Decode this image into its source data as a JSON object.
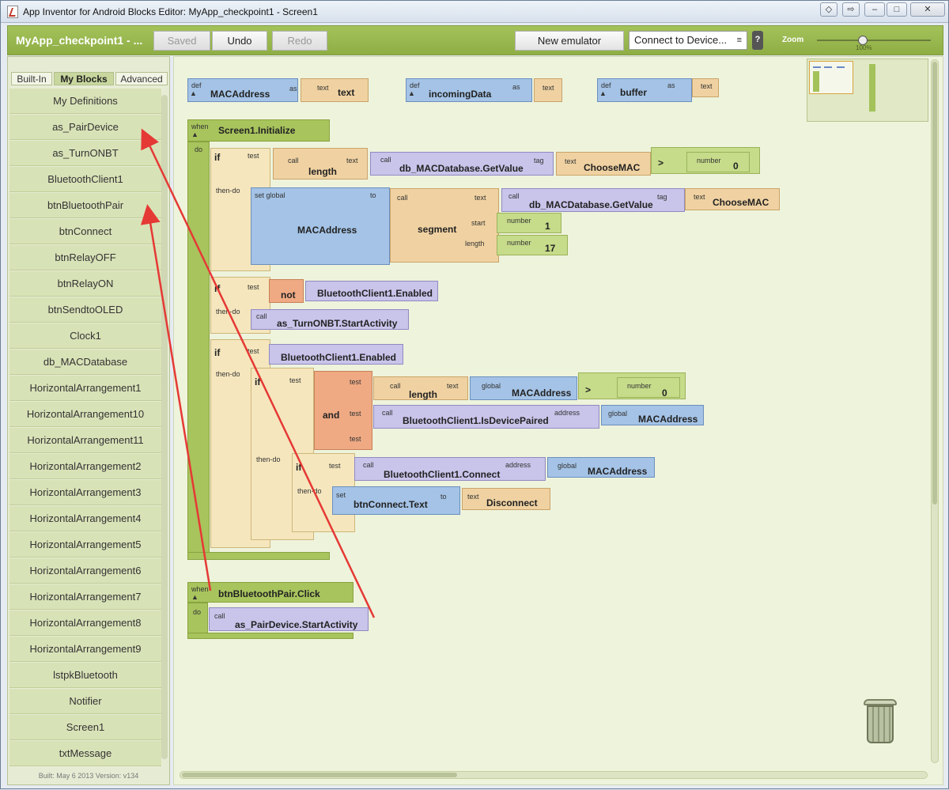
{
  "window": {
    "title": "App Inventor for Android Blocks Editor: MyApp_checkpoint1 - Screen1"
  },
  "toolbar": {
    "project_name": "MyApp_checkpoint1 - ...",
    "saved_label": "Saved",
    "undo_label": "Undo",
    "redo_label": "Redo",
    "new_emulator_label": "New emulator",
    "connect_label": "Connect to Device...",
    "help_label": "?",
    "zoom_label": "Zoom",
    "zoom_value": "100%"
  },
  "drawer": {
    "tabs": [
      {
        "label": "Built-In"
      },
      {
        "label": "My Blocks"
      },
      {
        "label": "Advanced"
      }
    ],
    "items": [
      "My Definitions",
      "as_PairDevice",
      "as_TurnONBT",
      "BluetoothClient1",
      "btnBluetoothPair",
      "btnConnect",
      "btnRelayOFF",
      "btnRelayON",
      "btnSendtoOLED",
      "Clock1",
      "db_MACDatabase",
      "HorizontalArrangement1",
      "HorizontalArrangement10",
      "HorizontalArrangement11",
      "HorizontalArrangement2",
      "HorizontalArrangement3",
      "HorizontalArrangement4",
      "HorizontalArrangement5",
      "HorizontalArrangement6",
      "HorizontalArrangement7",
      "HorizontalArrangement8",
      "HorizontalArrangement9",
      "lstpkBluetooth",
      "Notifier",
      "Screen1",
      "txtMessage"
    ],
    "footer": "Built: May 6 2013 Version: v134"
  },
  "blocks": {
    "def1": {
      "def": "def",
      "name": "MACAddress",
      "as": "as",
      "type": "text",
      "value": "text"
    },
    "def2": {
      "def": "def",
      "name": "incomingData",
      "as": "as",
      "type": "text"
    },
    "def3": {
      "def": "def",
      "name": "buffer",
      "as": "as",
      "type": "text"
    },
    "screen_init": {
      "when": "when",
      "event": "Screen1.Initialize",
      "do": "do",
      "if1": {
        "if": "if",
        "test": "test",
        "then_do": "then-do",
        "call": "call",
        "length": "length",
        "text": "text",
        "getvalue": "db_MACDatabase.GetValue",
        "tag": "tag",
        "choosemac": "ChooseMAC",
        "gt": ">",
        "number": "number",
        "zero": "0",
        "set_global": "set global",
        "macaddress": "MACAddress",
        "to": "to",
        "segment": "segment",
        "start": "start",
        "start_val": "1",
        "length_label": "length",
        "length_val": "17"
      },
      "if2": {
        "if": "if",
        "test": "test",
        "then_do": "then-do",
        "not": "not",
        "enabled": "BluetoothClient1.Enabled",
        "call": "call",
        "turnon": "as_TurnONBT.StartActivity"
      },
      "if3": {
        "if": "if",
        "test": "test",
        "then_do": "then-do",
        "enabled": "BluetoothClient1.Enabled",
        "inner_if": "if",
        "and": "and",
        "call": "call",
        "length": "length",
        "text": "text",
        "global": "global",
        "macaddress": "MACAddress",
        "gt": ">",
        "number": "number",
        "zero": "0",
        "ispaired": "BluetoothClient1.IsDevicePaired",
        "address": "address",
        "connect": "BluetoothClient1.Connect",
        "set": "set",
        "btntext": "btnConnect.Text",
        "to": "to",
        "disconnect": "Disconnect"
      }
    },
    "pair_click": {
      "when": "when",
      "event": "btnBluetoothPair.Click",
      "do": "do",
      "call": "call",
      "action": "as_PairDevice.StartActivity"
    }
  },
  "colors": {
    "toolbar": "#9ab64e",
    "workspace": "#eef3dc",
    "arrow": "#e53935"
  },
  "icons": [
    "app-icon",
    "help-icon",
    "trash-icon"
  ]
}
